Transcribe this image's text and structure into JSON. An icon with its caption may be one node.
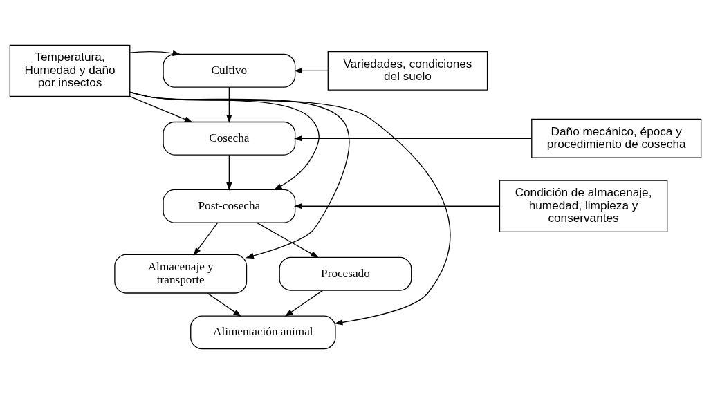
{
  "diagram": {
    "nodes": [
      {
        "text": [
          "Temperatura, Humedad y daño por insectos"
        ]
      },
      {
        "text": [
          "Cultivo"
        ]
      },
      {
        "text": [
          "Cosecha"
        ]
      },
      {
        "text": [
          "Post-cosecha"
        ]
      },
      {
        "text": [
          "Almacenaje y transporte"
        ]
      },
      {
        "text": [
          "Procesado"
        ]
      },
      {
        "text": [
          "Alimentación animal"
        ]
      },
      {
        "text": [
          "Variedades, condiciones del suelo"
        ]
      },
      {
        "text": [
          "Daño mecánico, época y procedimiento de cosecha"
        ]
      },
      {
        "text": [
          "Condición de almacenaje, humedad, limpieza y conservantes"
        ]
      }
    ],
    "edges": [
      {
        "from": 0,
        "to": 1,
        "arrow": "to"
      },
      {
        "from": 0,
        "to": 2,
        "arrow": "to"
      },
      {
        "from": 0,
        "to": 3,
        "arrow": "to"
      },
      {
        "from": 0,
        "to": 4,
        "arrow": "to"
      },
      {
        "from": 0,
        "to": 6,
        "arrow": "to"
      },
      {
        "from": 7,
        "to": 1,
        "arrow": "to"
      },
      {
        "from": 8,
        "to": 2,
        "arrow": "to"
      },
      {
        "from": 9,
        "to": 3,
        "arrow": "to"
      },
      {
        "from": 1,
        "to": 2,
        "arrow": "to"
      },
      {
        "from": 2,
        "to": 3,
        "arrow": "to"
      },
      {
        "from": 3,
        "to": 4,
        "arrow": "to"
      },
      {
        "from": 3,
        "to": 5,
        "arrow": "to"
      },
      {
        "from": 4,
        "to": 6,
        "arrow": "to"
      },
      {
        "from": 5,
        "to": 6,
        "arrow": "to"
      }
    ]
  }
}
